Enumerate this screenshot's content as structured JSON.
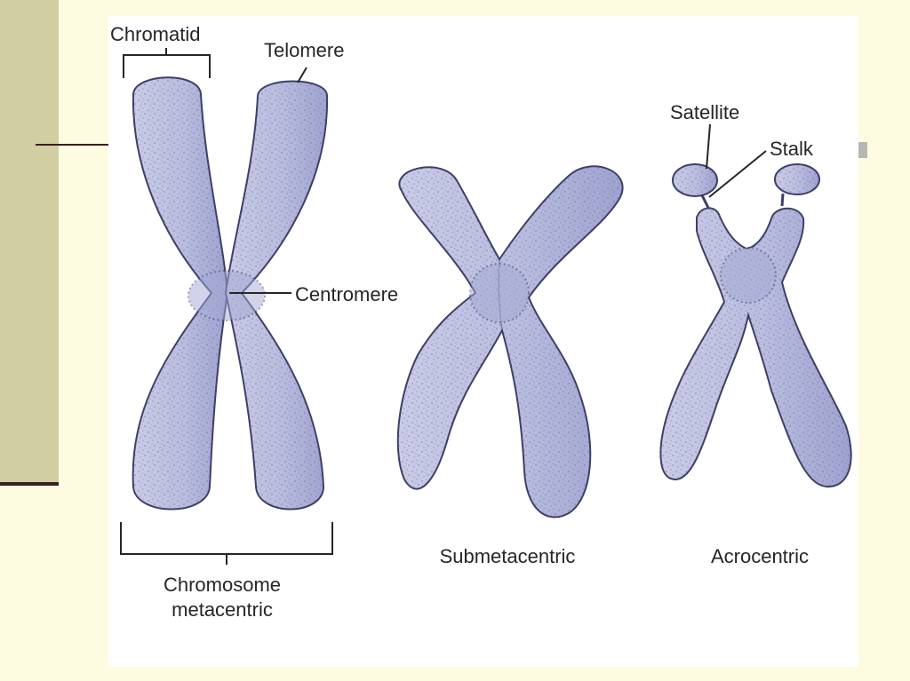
{
  "labels": {
    "chromatid": "Chromatid",
    "telomere": "Telomere",
    "centromere": "Centromere",
    "satellite": "Satellite",
    "stalk": "Stalk",
    "chromosome_line1": "Chromosome",
    "chromosome_line2": "metacentric",
    "submetacentric": "Submetacentric",
    "acrocentric": "Acrocentric"
  },
  "colors": {
    "slide_background": "#fdfce1",
    "side_band": "#d1cea1",
    "rule": "#3b1e22",
    "panel": "#ffffff",
    "chromosome_fill_light": "#c9cbe6",
    "chromosome_fill_dark": "#9ea2cf",
    "outline": "#3d3f66",
    "speckle": "#5d6090",
    "text": "#262626"
  }
}
